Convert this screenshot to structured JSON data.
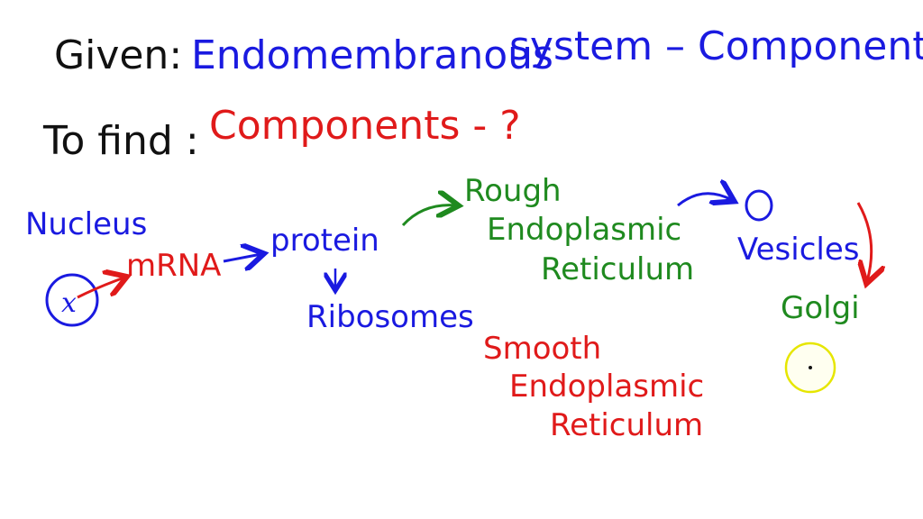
{
  "colors": {
    "ink_black": "#111111",
    "ink_blue": "#1a1ae0",
    "ink_red": "#e01a1a",
    "ink_green": "#1f8a1f",
    "highlight_yellow": "#e6e600"
  },
  "given": {
    "label": "Given:",
    "value_left": "Endomembranous",
    "value_right": "system – Components"
  },
  "to_find": {
    "label": "To find :",
    "value": "Components - ?"
  },
  "diagram": {
    "nucleus": "Nucleus",
    "dna_symbol": "x",
    "mrna": "mRNA",
    "protein": "protein",
    "ribosomes": "Ribosomes",
    "rer": [
      "Rough",
      "Endoplasmic",
      "Reticulum"
    ],
    "vesicles": "Vesicles",
    "golgi": "Golgi",
    "ser": [
      "Smooth",
      "Endoplasmic",
      "Reticulum"
    ]
  }
}
